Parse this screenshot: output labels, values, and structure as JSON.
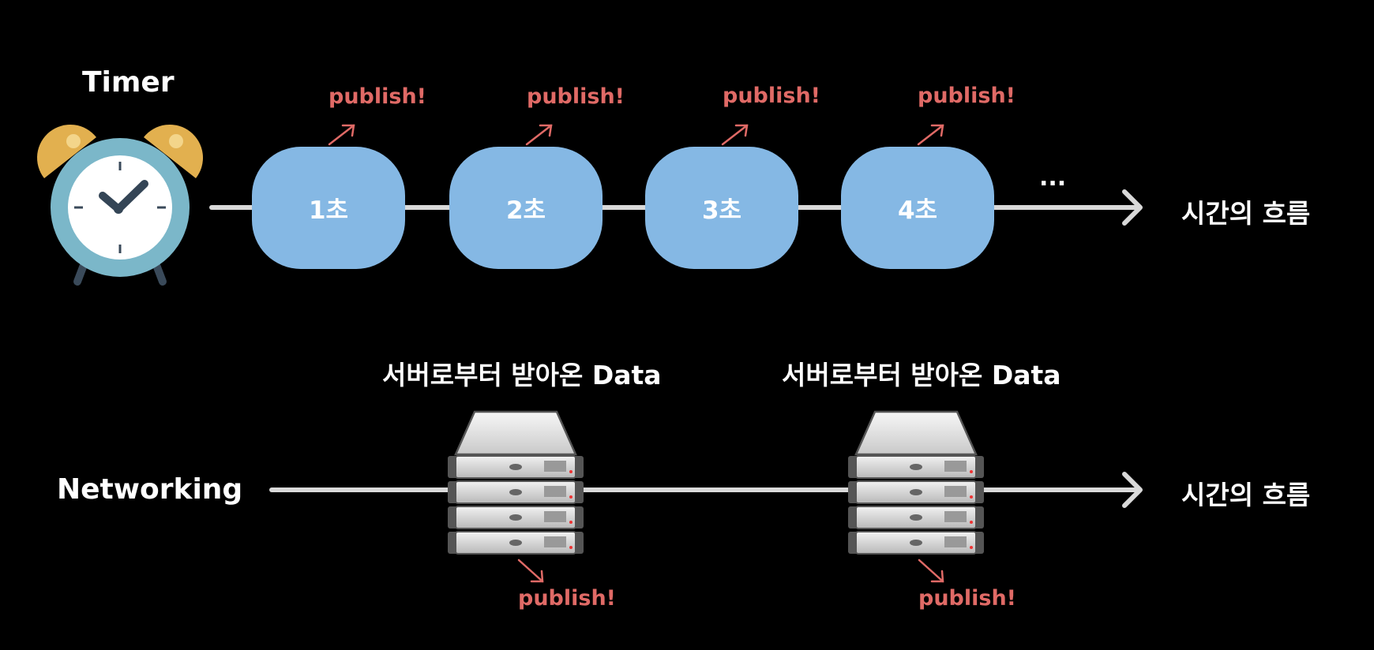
{
  "timeline_timer": {
    "label": "Timer",
    "steps": [
      "1초",
      "2초",
      "3초",
      "4초"
    ],
    "publish": "publish!",
    "ellipsis": "...",
    "axis_label": "시간의 흐름"
  },
  "timeline_network": {
    "label": "Networking",
    "server_caption": "서버로부터 받아온 Data",
    "publish": "publish!",
    "axis_label": "시간의 흐름"
  },
  "colors": {
    "background": "#000000",
    "step_fill": "#85b8e4",
    "publish_text": "#e06a66",
    "axis_line": "#d9d9d9"
  },
  "icons": [
    "alarm-clock-icon",
    "server-rack-icon"
  ]
}
